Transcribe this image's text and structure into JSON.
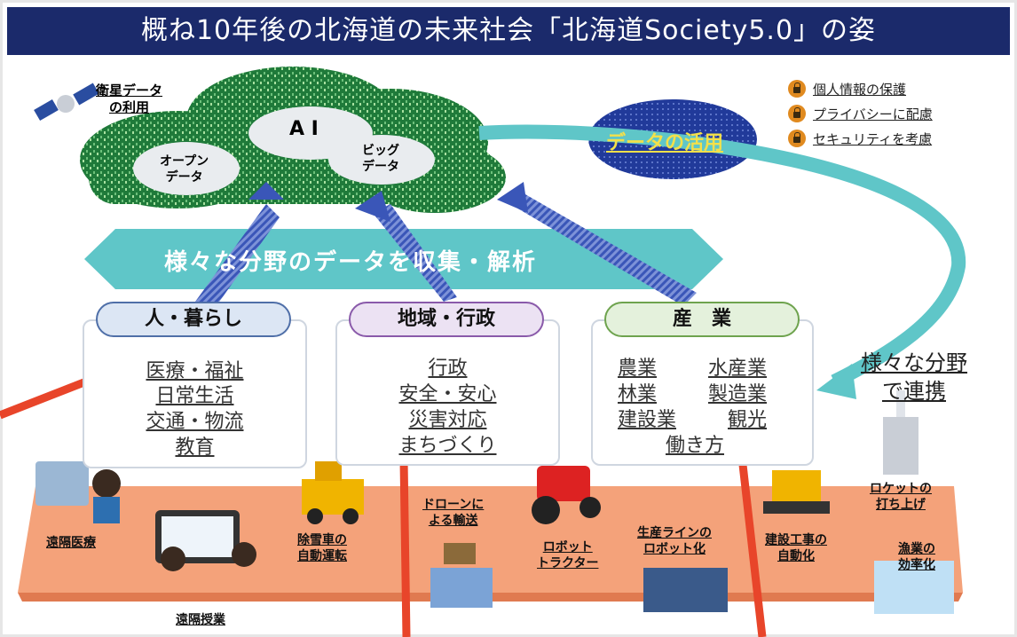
{
  "title": "概ね10年後の北海道の未来社会「北海道Society5.0」の姿",
  "satellite_label": [
    "衛星データ",
    "の利用"
  ],
  "cloud": {
    "ai": "A I",
    "open_data": [
      "オープン",
      "データ"
    ],
    "big_data": [
      "ビッグ",
      "データ"
    ]
  },
  "data_use": "データの活用",
  "legend": [
    "個人情報の保護",
    "プライバシーに配慮",
    "セキュリティを考慮"
  ],
  "banner": "様々な分野のデータを収集・解析",
  "collab": [
    "様々な分野",
    "で連携"
  ],
  "categories": {
    "people": {
      "title": "人・暮らし",
      "items": [
        "医療・福祉",
        "日常生活",
        "交通・物流",
        "教育"
      ]
    },
    "region": {
      "title": "地域・行政",
      "items": [
        "行政",
        "安全・安心",
        "災害対応",
        "まちづくり"
      ]
    },
    "industry": {
      "title": "産　業",
      "items": [
        "農業",
        "水産業",
        "林業",
        "製造業",
        "建設業",
        "観光",
        "働き方"
      ]
    }
  },
  "scenes": {
    "remote_medical": "遠隔医療",
    "remote_class": "遠隔授業",
    "snowplow": [
      "除雪車の",
      "自動運転"
    ],
    "drone": [
      "ドローンに",
      "よる輸送"
    ],
    "robot_tractor": [
      "ロボット",
      "トラクター"
    ],
    "production_line": [
      "生産ラインの",
      "ロボット化"
    ],
    "construction": [
      "建設工事の",
      "自動化"
    ],
    "rocket": [
      "ロケットの",
      "打ち上げ"
    ],
    "fishery": [
      "漁業の",
      "効率化"
    ]
  },
  "colors": {
    "title_bg": "#1b2a6b",
    "cloud": "#1f7a3a",
    "band": "#5fc6c8",
    "ground": "#f4a27a",
    "red_line": "#e8452a",
    "arrow": "#3a56b8"
  }
}
